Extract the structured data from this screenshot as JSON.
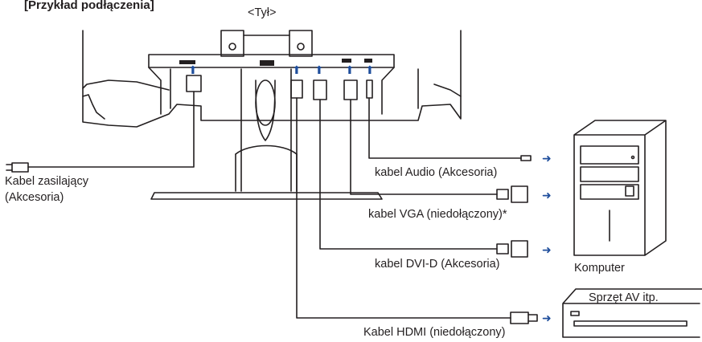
{
  "header": {
    "title": "[Przykład podłączenia]",
    "rear_label": "<Tył>"
  },
  "cables": {
    "power": "Kabel zasilający",
    "power_note": "(Akcesoria)",
    "audio": "kabel Audio (Akcesoria)",
    "vga": "kabel VGA (niedołączony)*",
    "dvi": "kabel DVI-D (Akcesoria)",
    "hdmi": "Kabel HDMI (niedołączony)"
  },
  "devices": {
    "computer": "Komputer",
    "av": "Sprzęt AV itp."
  },
  "colors": {
    "arrow": "#1f4e9c",
    "line": "#231f20"
  }
}
